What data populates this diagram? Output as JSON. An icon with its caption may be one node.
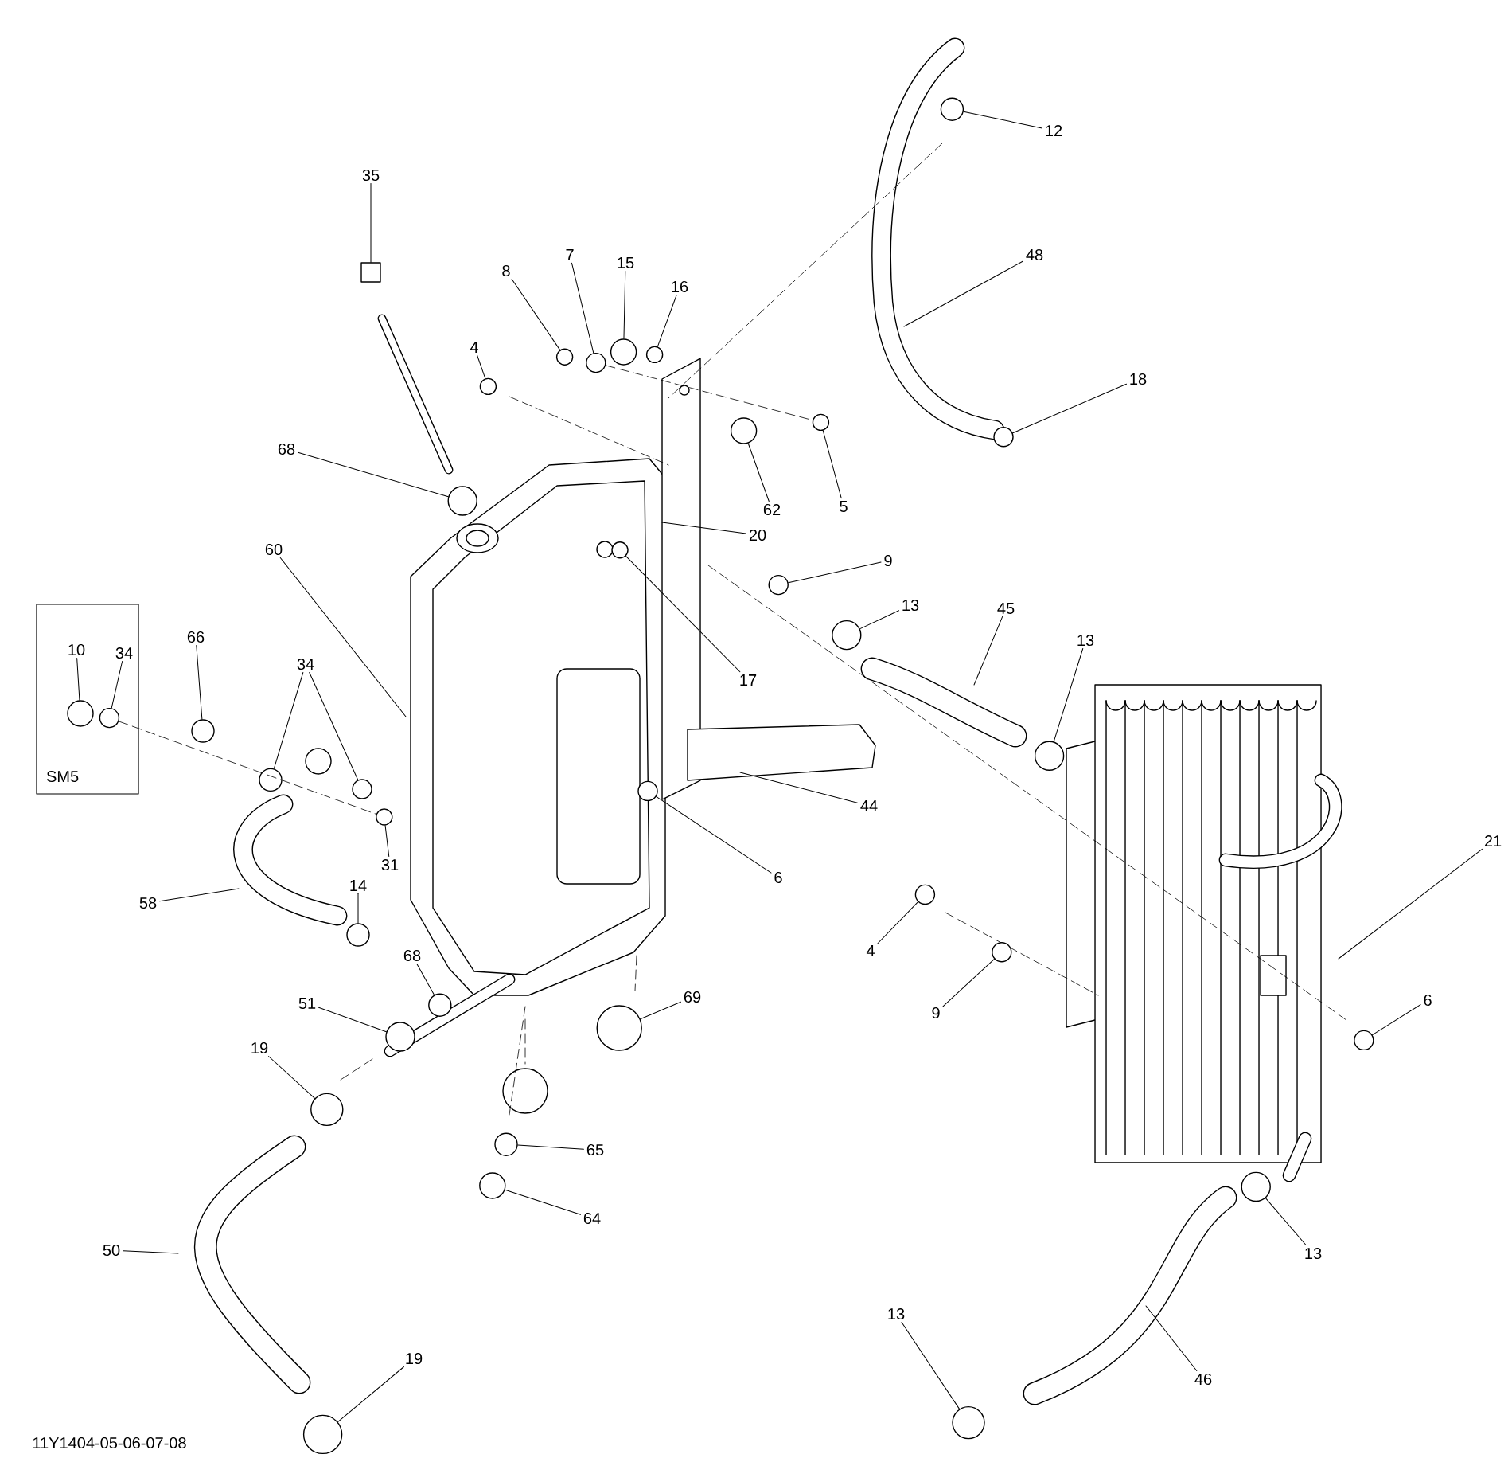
{
  "diagram": {
    "nodes": [
      {
        "text": [
          "SM5"
        ]
      },
      {
        "text": [
          "10"
        ],
        "in": 0
      },
      {
        "text": [
          "34"
        ],
        "in": 0
      },
      {
        "text": [
          "35"
        ]
      },
      {
        "text": [
          "8"
        ]
      },
      {
        "text": [
          "7"
        ]
      },
      {
        "text": [
          "15"
        ]
      },
      {
        "text": [
          "16"
        ]
      },
      {
        "text": [
          "4"
        ]
      },
      {
        "text": [
          "12"
        ]
      },
      {
        "text": [
          "48"
        ]
      },
      {
        "text": [
          "18"
        ]
      },
      {
        "text": [
          "68"
        ]
      },
      {
        "text": [
          "62"
        ]
      },
      {
        "text": [
          "5"
        ]
      },
      {
        "text": [
          "20"
        ]
      },
      {
        "text": [
          "9"
        ]
      },
      {
        "text": [
          "60"
        ]
      },
      {
        "text": [
          "13"
        ]
      },
      {
        "text": [
          "45"
        ]
      },
      {
        "text": [
          "13"
        ]
      },
      {
        "text": [
          "17"
        ]
      },
      {
        "text": [
          "66"
        ]
      },
      {
        "text": [
          "34"
        ]
      },
      {
        "text": [
          "44"
        ]
      },
      {
        "text": [
          "6"
        ]
      },
      {
        "text": [
          "31"
        ]
      },
      {
        "text": [
          "58"
        ]
      },
      {
        "text": [
          "14"
        ]
      },
      {
        "text": [
          "4"
        ]
      },
      {
        "text": [
          "9"
        ]
      },
      {
        "text": [
          "21"
        ]
      },
      {
        "text": [
          "6"
        ]
      },
      {
        "text": [
          "68"
        ]
      },
      {
        "text": [
          "51"
        ]
      },
      {
        "text": [
          "69"
        ]
      },
      {
        "text": [
          "19"
        ]
      },
      {
        "text": [
          "65"
        ]
      },
      {
        "text": [
          "64"
        ]
      },
      {
        "text": [
          "50"
        ]
      },
      {
        "text": [
          "13"
        ]
      },
      {
        "text": [
          "13"
        ]
      },
      {
        "text": [
          "46"
        ]
      },
      {
        "text": [
          "19"
        ]
      },
      {
        "text": [],
        "shape": "circle",
        "in": 0
      },
      {
        "text": [],
        "shape": "circle",
        "in": 0
      },
      {
        "text": [],
        "shape": "circle"
      },
      {
        "text": [],
        "shape": "circle"
      },
      {
        "text": [],
        "shape": "circle"
      },
      {
        "text": [],
        "shape": "circle"
      },
      {
        "text": [],
        "shape": "circle"
      },
      {
        "text": [],
        "shape": "circle"
      },
      {
        "text": [],
        "shape": "circle"
      },
      {
        "text": [],
        "shape": "circle"
      },
      {
        "text": [],
        "shape": "circle"
      },
      {
        "text": [],
        "shape": "circle"
      },
      {
        "text": [],
        "shape": "circle"
      },
      {
        "text": [],
        "shape": "circle"
      },
      {
        "text": [],
        "shape": "circle"
      },
      {
        "text": [],
        "shape": "circle"
      },
      {
        "text": [],
        "shape": "circle"
      },
      {
        "text": [],
        "shape": "circle"
      },
      {
        "text": [],
        "shape": "circle"
      },
      {
        "text": [],
        "shape": "circle"
      },
      {
        "text": [],
        "shape": "circle"
      },
      {
        "text": [],
        "shape": "circle"
      },
      {
        "text": [],
        "shape": "circle"
      },
      {
        "text": [],
        "shape": "circle"
      },
      {
        "text": [],
        "shape": "circle"
      },
      {
        "text": [],
        "shape": "circle"
      },
      {
        "text": [],
        "shape": "circle"
      },
      {
        "text": [],
        "shape": "circle"
      },
      {
        "text": [],
        "shape": "circle"
      },
      {
        "text": [],
        "shape": "circle"
      },
      {
        "text": [],
        "shape": "circle"
      },
      {
        "text": [],
        "shape": "circle"
      },
      {
        "text": [],
        "shape": "circle"
      },
      {
        "text": [],
        "shape": "circle"
      },
      {
        "text": [],
        "shape": "box"
      }
    ],
    "edges": [
      {
        "from": 1,
        "to": 44,
        "arrow": "none"
      },
      {
        "from": 2,
        "to": 45,
        "arrow": "none"
      },
      {
        "from": 3,
        "to": 78,
        "arrow": "none"
      },
      {
        "from": 4,
        "to": 46,
        "arrow": "none"
      },
      {
        "from": 5,
        "to": 47,
        "arrow": "none"
      },
      {
        "from": 6,
        "to": 48,
        "arrow": "none"
      },
      {
        "from": 7,
        "to": 49,
        "arrow": "none"
      },
      {
        "from": 8,
        "to": 50,
        "arrow": "none"
      },
      {
        "from": 9,
        "to": 51,
        "arrow": "none"
      },
      {
        "from": 10,
        "to": null,
        "arrow": "none"
      },
      {
        "from": 11,
        "to": 52,
        "arrow": "none"
      },
      {
        "from": 12,
        "to": 53,
        "arrow": "none"
      },
      {
        "from": 13,
        "to": 54,
        "arrow": "none"
      },
      {
        "from": 14,
        "to": 55,
        "arrow": "none"
      },
      {
        "from": 15,
        "to": null,
        "arrow": "none"
      },
      {
        "from": 16,
        "to": 56,
        "arrow": "none"
      },
      {
        "from": 17,
        "to": null,
        "arrow": "none"
      },
      {
        "from": 18,
        "to": 57,
        "arrow": "none"
      },
      {
        "from": 19,
        "to": null,
        "arrow": "none"
      },
      {
        "from": 20,
        "to": 58,
        "arrow": "none"
      },
      {
        "from": 21,
        "to": 59,
        "arrow": "none"
      },
      {
        "from": 22,
        "to": 60,
        "arrow": "none"
      },
      {
        "from": 23,
        "to": 61,
        "arrow": "none"
      },
      {
        "from": 23,
        "to": 62,
        "arrow": "none"
      },
      {
        "from": 24,
        "to": null,
        "arrow": "none"
      },
      {
        "from": 25,
        "to": 63,
        "arrow": "none"
      },
      {
        "from": 26,
        "to": 64,
        "arrow": "none"
      },
      {
        "from": 27,
        "to": null,
        "arrow": "none"
      },
      {
        "from": 28,
        "to": 65,
        "arrow": "none"
      },
      {
        "from": 29,
        "to": 66,
        "arrow": "none"
      },
      {
        "from": 30,
        "to": 67,
        "arrow": "none"
      },
      {
        "from": 31,
        "to": null,
        "arrow": "none"
      },
      {
        "from": 32,
        "to": 68,
        "arrow": "none"
      },
      {
        "from": 33,
        "to": 69,
        "arrow": "none"
      },
      {
        "from": 34,
        "to": 70,
        "arrow": "none"
      },
      {
        "from": 35,
        "to": 71,
        "arrow": "none"
      },
      {
        "from": 36,
        "to": 72,
        "arrow": "none"
      },
      {
        "from": 37,
        "to": 73,
        "arrow": "none"
      },
      {
        "from": 38,
        "to": 74,
        "arrow": "none"
      },
      {
        "from": 39,
        "to": null,
        "arrow": "none"
      },
      {
        "from": 40,
        "to": 75,
        "arrow": "none"
      },
      {
        "from": 41,
        "to": 76,
        "arrow": "none"
      },
      {
        "from": 42,
        "to": null,
        "arrow": "none"
      },
      {
        "from": 43,
        "to": 77,
        "arrow": "none"
      },
      {
        "from": 45,
        "to": 64,
        "arrow": "none",
        "style": "dashed"
      },
      {
        "from": 47,
        "to": 55,
        "arrow": "none",
        "style": "dashed"
      }
    ],
    "labels": [
      "11Y1404-05-06-07-08"
    ]
  }
}
